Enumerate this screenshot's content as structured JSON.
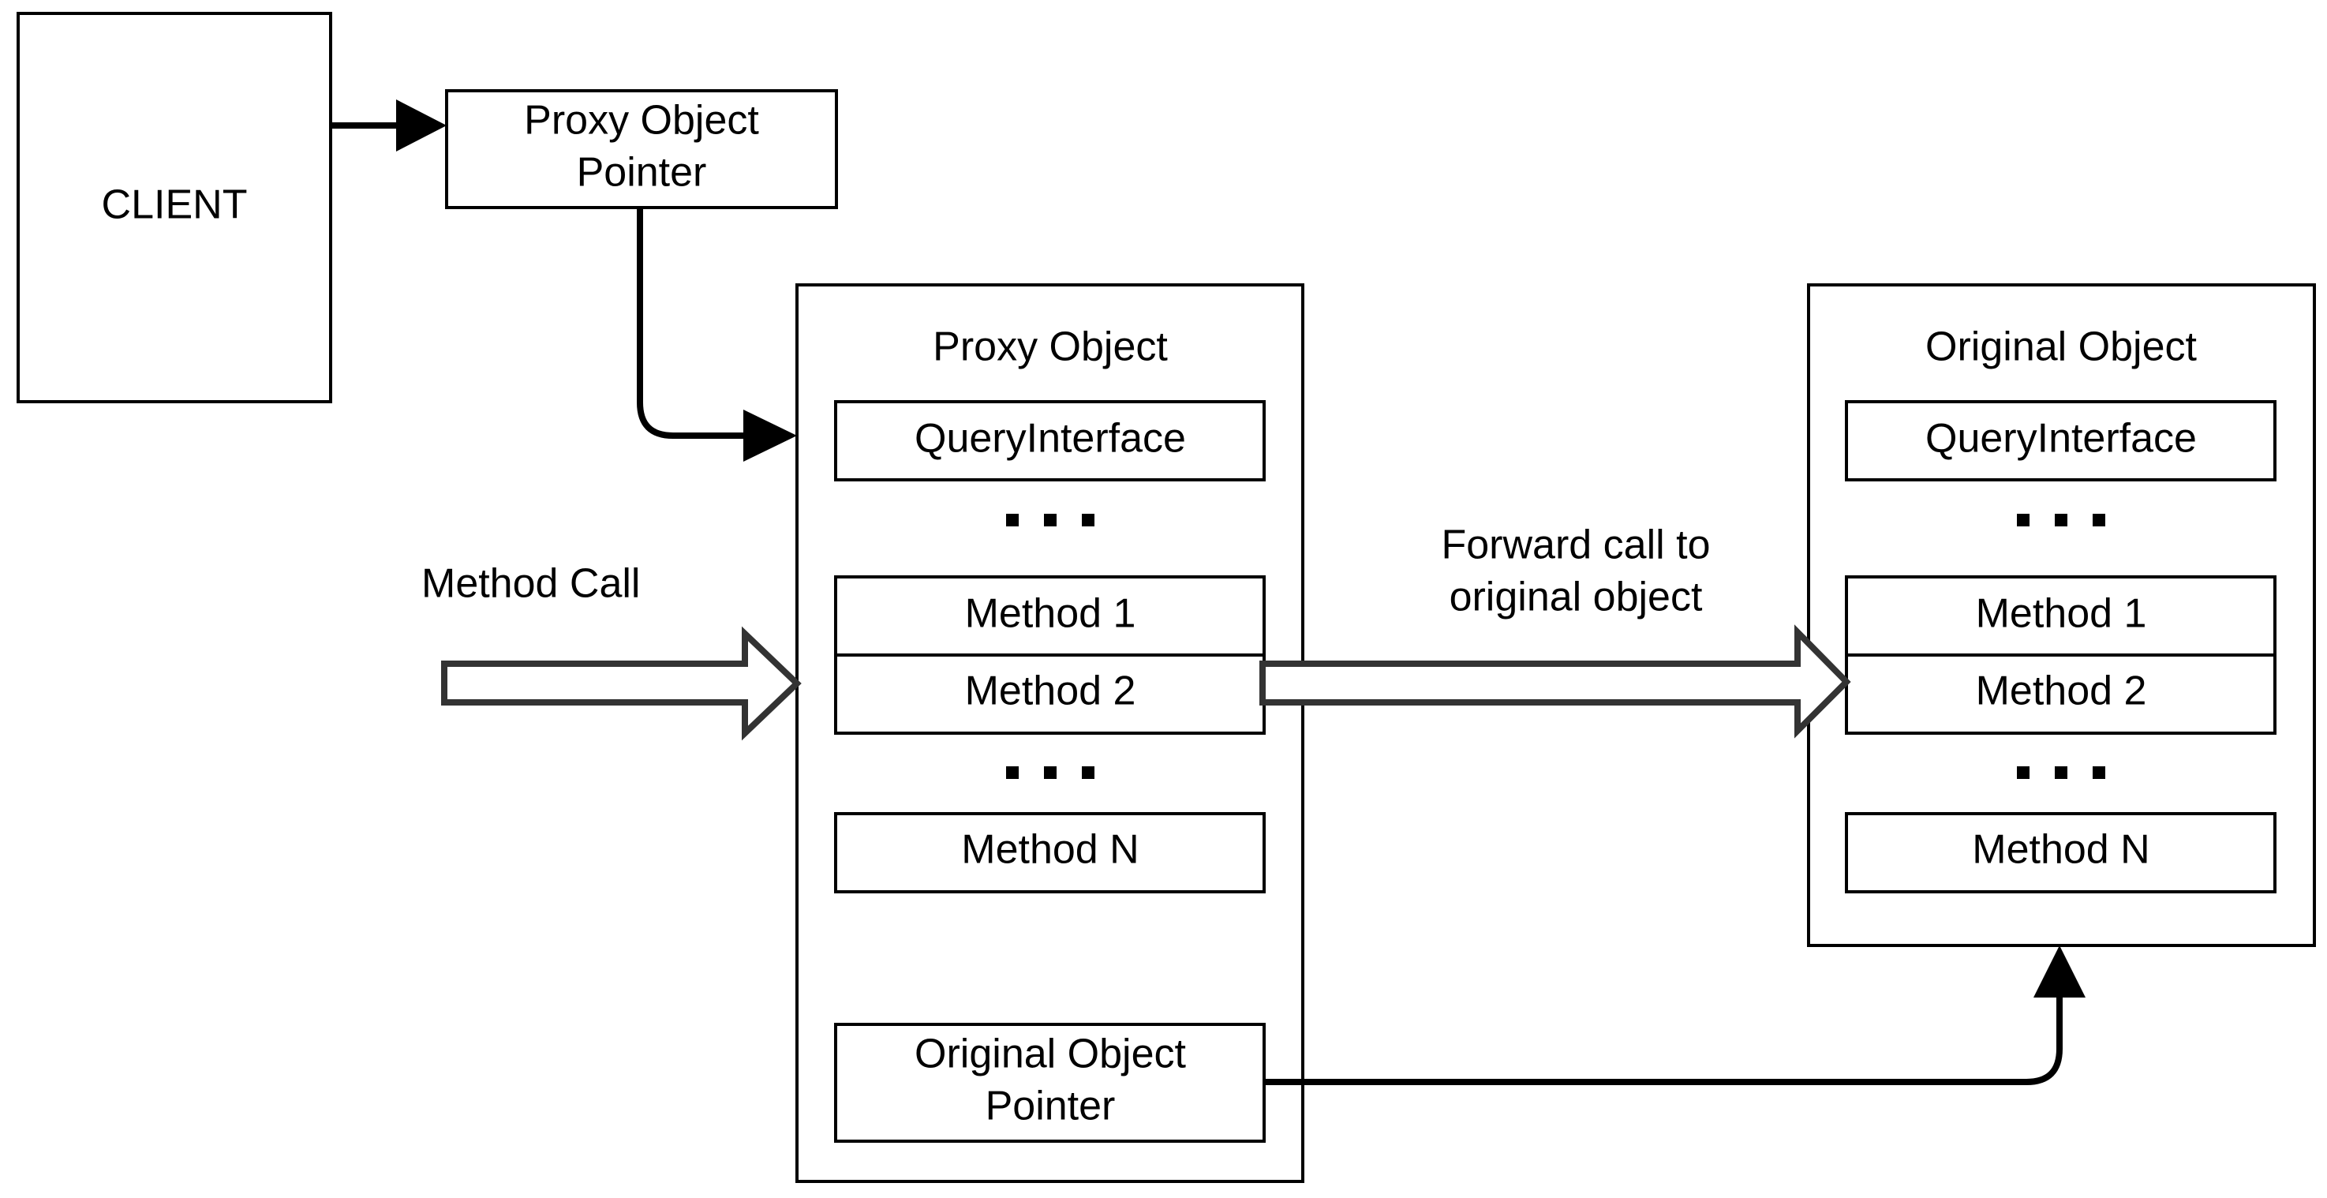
{
  "client": {
    "label": "CLIENT"
  },
  "proxy_pointer": {
    "line1": "Proxy Object",
    "line2": "Pointer"
  },
  "proxy_object": {
    "title": "Proxy Object",
    "query_interface": "QueryInterface",
    "ellipsis": "...",
    "method1": "Method 1",
    "method2": "Method 2",
    "methodN": "Method N",
    "original_pointer": {
      "line1": "Original Object",
      "line2": "Pointer"
    }
  },
  "original_object": {
    "title": "Original Object",
    "query_interface": "QueryInterface",
    "ellipsis": "...",
    "method1": "Method 1",
    "method2": "Method 2",
    "methodN": "Method N"
  },
  "labels": {
    "method_call": "Method Call",
    "forward_line1": "Forward call to",
    "forward_line2": "original object"
  }
}
